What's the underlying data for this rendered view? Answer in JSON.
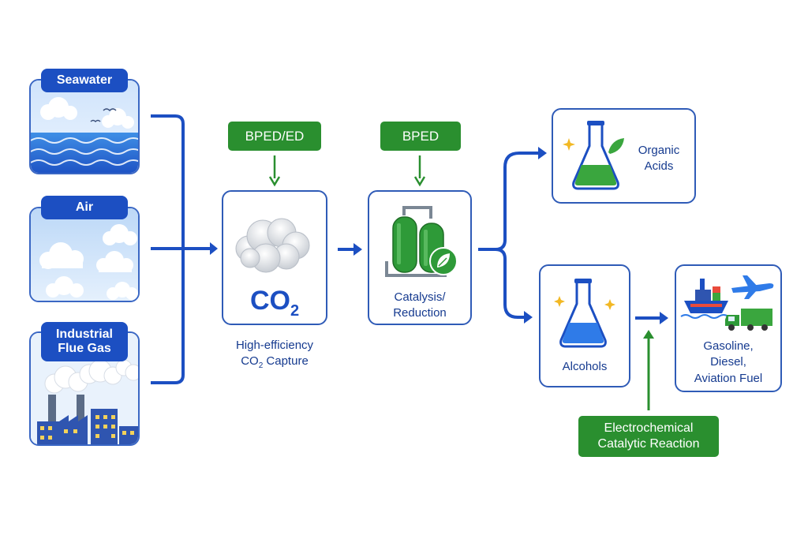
{
  "sources": {
    "seawater": "Seawater",
    "air": "Air",
    "flue_gas": "Industrial\nFlue Gas"
  },
  "tags": {
    "bped_ed": "BPED/ED",
    "bped": "BPED",
    "electrochemical": "Electrochemical\nCatalytic Reaction"
  },
  "capture": {
    "co2_main": "CO",
    "co2_sub": "2",
    "caption_line1": "High-efficiency",
    "caption_line2a": "CO",
    "caption_line2_sub": "2",
    "caption_line2b": " Capture"
  },
  "conversion": {
    "label": "Catalysis/\nReduction"
  },
  "products": {
    "organic_acids": "Organic\nAcids",
    "alcohols": "Alcohols",
    "fuels": "Gasoline,\nDiesel,\nAviation Fuel"
  },
  "colors": {
    "blue_line": "#1c4fc2",
    "green_line": "#2a8f2f",
    "card_border": "#2f5bb7",
    "text": "#153a8f"
  }
}
